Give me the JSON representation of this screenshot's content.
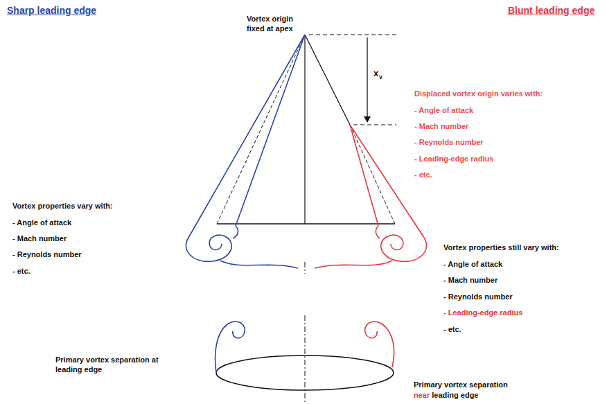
{
  "diagram": {
    "labels": [
      "Sharp leading edge",
      "Blunt leading edge",
      "Vortex origin fixed at apex",
      "x",
      "v",
      "Displaced vortex origin varies with:",
      "- Angle of attack",
      "- Mach number",
      "- Reynolds number",
      "- Leading-edge radius",
      "- etc.",
      "Vortex properties vary with:",
      "- Angle of attack",
      "- Mach number",
      "- Reynolds number",
      "- etc.",
      "Vortex properties still vary with:",
      "- Angle of attack",
      "- Mach number",
      "- Reynolds number",
      "- Leading-edge radius",
      "- etc.",
      "Primary vortex separation at leading edge",
      "Primary vortex separation",
      "near",
      "leading edge"
    ]
  }
}
